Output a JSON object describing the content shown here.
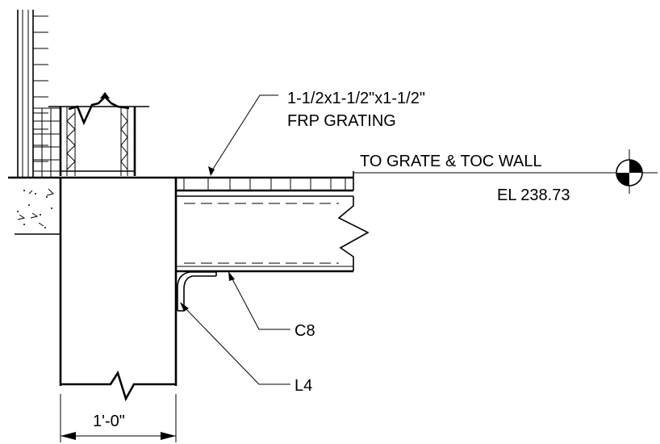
{
  "labels": {
    "grating_size": "1-1/2x1-1/2\"x1-1/2\"",
    "grating_type": "FRP GRATING",
    "grate_elev_note": "TO GRATE & TOC WALL",
    "grate_elev_value": "EL 238.73",
    "channel": "C8",
    "angle": "L4",
    "wall_dim": "1'-0\""
  }
}
